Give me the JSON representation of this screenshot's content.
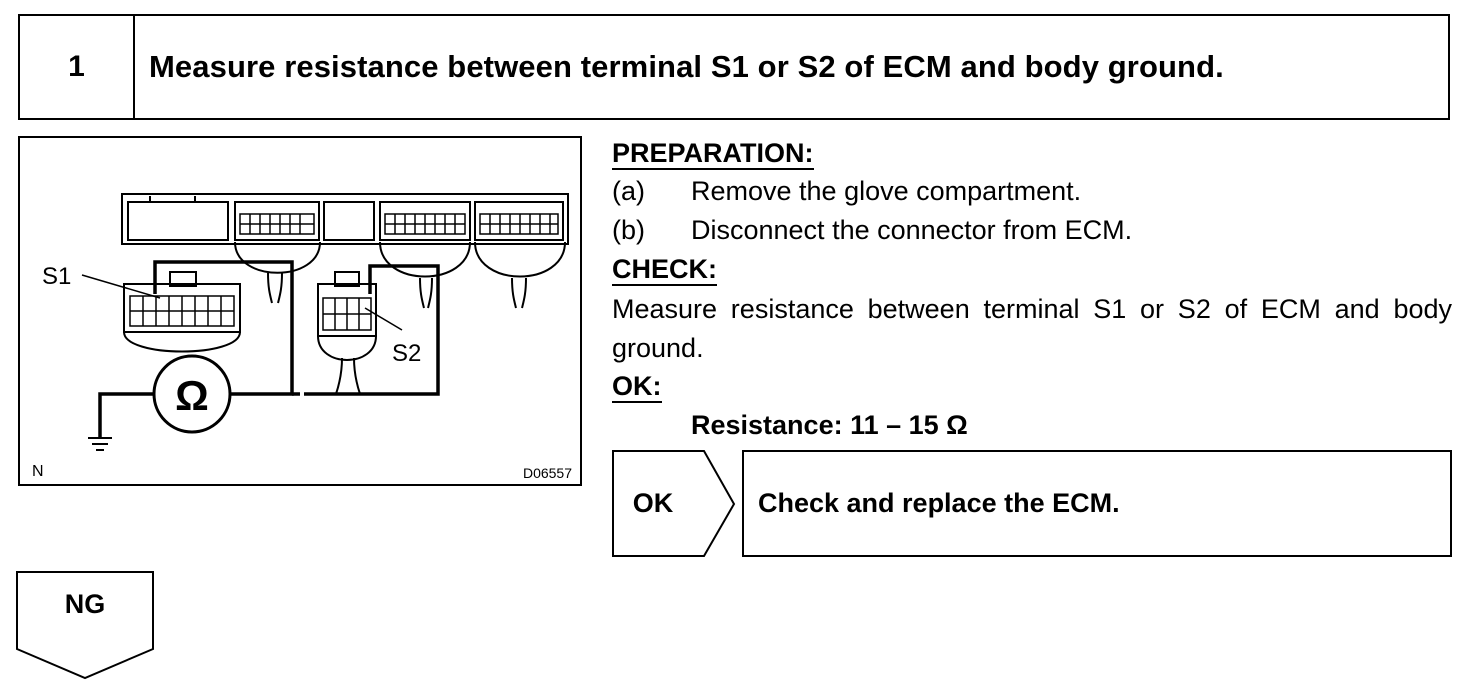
{
  "step": {
    "number": "1",
    "title": "Measure resistance between terminal S1 or S2 of ECM and body ground."
  },
  "figure": {
    "label_s1": "S1",
    "label_s2": "S2",
    "ohm_symbol": "Ω",
    "corner_mark": "N",
    "figure_id": "D06557"
  },
  "preparation": {
    "heading": "PREPARATION:",
    "steps": [
      {
        "mark": "(a)",
        "text": "Remove the glove compartment."
      },
      {
        "mark": "(b)",
        "text": "Disconnect the connector from ECM."
      }
    ]
  },
  "check": {
    "heading": "CHECK:",
    "text": "Measure resistance between terminal S1 or S2 of ECM and body ground."
  },
  "ok_spec": {
    "heading": "OK:",
    "text": "Resistance: 11 – 15 Ω"
  },
  "result_ok": {
    "label": "OK",
    "action": "Check and replace the ECM."
  },
  "result_ng": {
    "label": "NG"
  }
}
